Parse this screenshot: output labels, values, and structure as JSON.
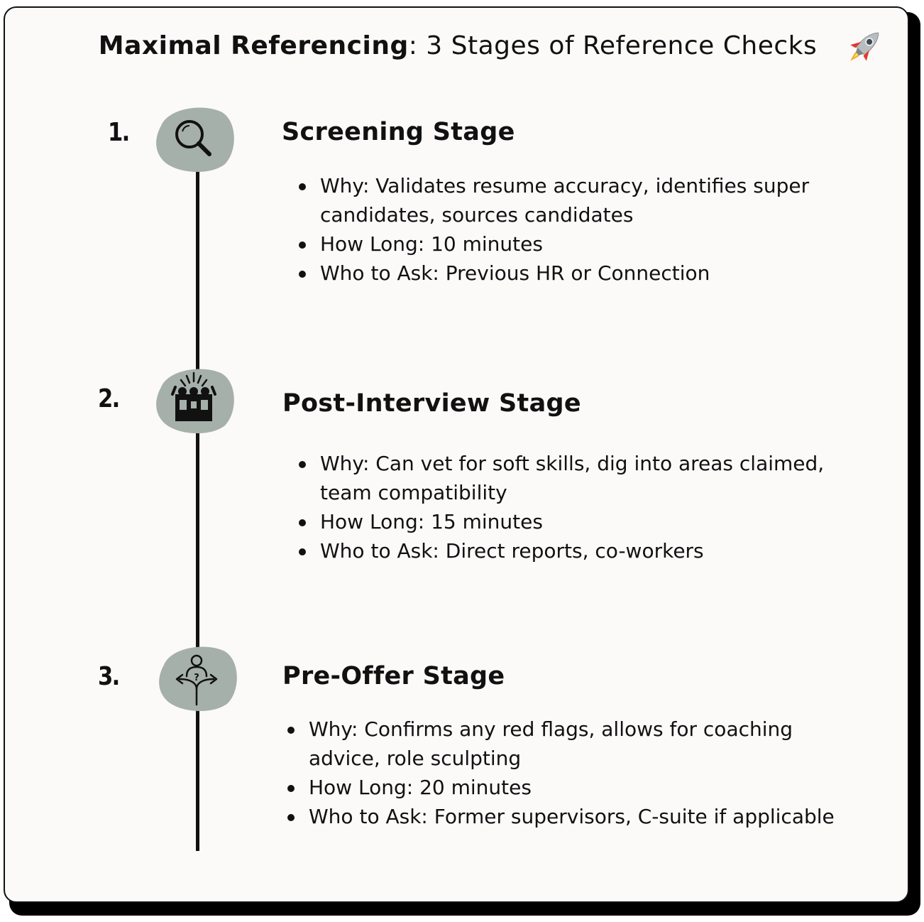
{
  "title": {
    "bold": "Maximal Referencing",
    "rest": ": 3 Stages of Reference Checks"
  },
  "header_icon": "rocket-icon",
  "colors": {
    "blob": "#a6b0ab",
    "line": "#111111",
    "card_bg": "#fcf9f9"
  },
  "stages": [
    {
      "number": "1.",
      "icon": "magnifying-glass-icon",
      "title": "Screening Stage",
      "why": "Why: Validates resume accuracy, identifies super candidates, sources candidates",
      "how_long": "How Long: 10 minutes",
      "who": "Who to Ask: Previous HR or Connection"
    },
    {
      "number": "2.",
      "icon": "team-celebration-icon",
      "title": "Post-Interview Stage",
      "why": "Why: Can vet for soft skills, dig into areas claimed, team compatibility",
      "how_long": "How Long: 15 minutes",
      "who": "Who to Ask: Direct reports, co-workers"
    },
    {
      "number": "3.",
      "icon": "decision-crossroads-icon",
      "title": "Pre-Offer Stage",
      "why": "Why: Confirms any red flags, allows for coaching advice, role sculpting",
      "how_long": "How Long: 20 minutes",
      "who": "Who to Ask: Former supervisors, C-suite if applicable"
    }
  ]
}
